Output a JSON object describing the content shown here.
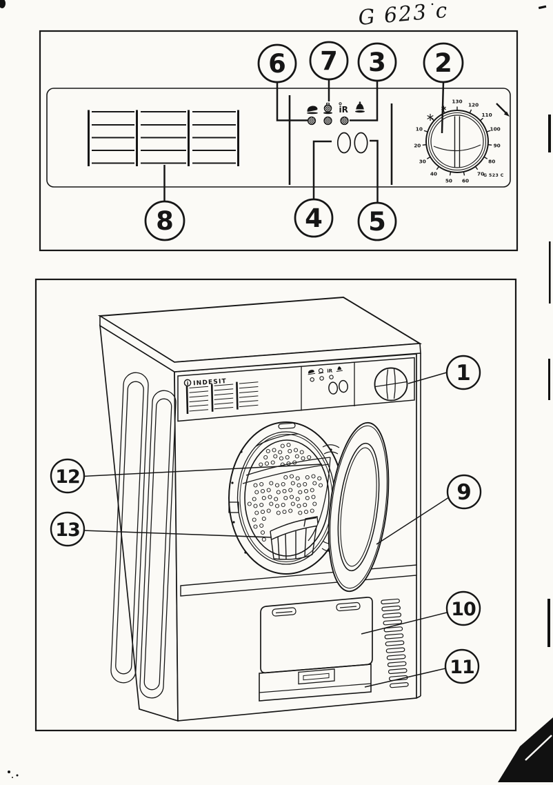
{
  "page": {
    "handwritten_note": "G 623 c",
    "ink": "#161616",
    "paper": "#fbfaf6"
  },
  "fig1": {
    "description": "control-panel-diagram",
    "callouts": {
      "c2": "2",
      "c3": "3",
      "c4": "4",
      "c5": "5",
      "c6": "6",
      "c7": "7",
      "c8": "8"
    },
    "icons": {
      "row": [
        "iron-icon",
        "delicates-icon",
        "anti-crease-icon",
        "buzzer-icon"
      ],
      "anti_crease_text": "iR"
    },
    "dial": {
      "tick_labels": [
        "130",
        "120",
        "110",
        "100",
        "90",
        "80",
        "70",
        "60",
        "50",
        "40",
        "30",
        "20",
        "10"
      ],
      "model_text": "G 523 C",
      "symbols": [
        "snowflake-icon",
        "snowflake-small-icon"
      ]
    }
  },
  "fig2": {
    "description": "tumble-dryer-front-view",
    "brand": "INDESIT",
    "brand_mark": "i",
    "icons": {
      "row": [
        "iron-icon",
        "delicates-icon",
        "anti-crease-icon",
        "buzzer-icon"
      ],
      "anti_crease_text": "iR"
    },
    "callouts": {
      "c1": "1",
      "c9": "9",
      "c10": "10",
      "c11": "11",
      "c12": "12",
      "c13": "13"
    }
  }
}
